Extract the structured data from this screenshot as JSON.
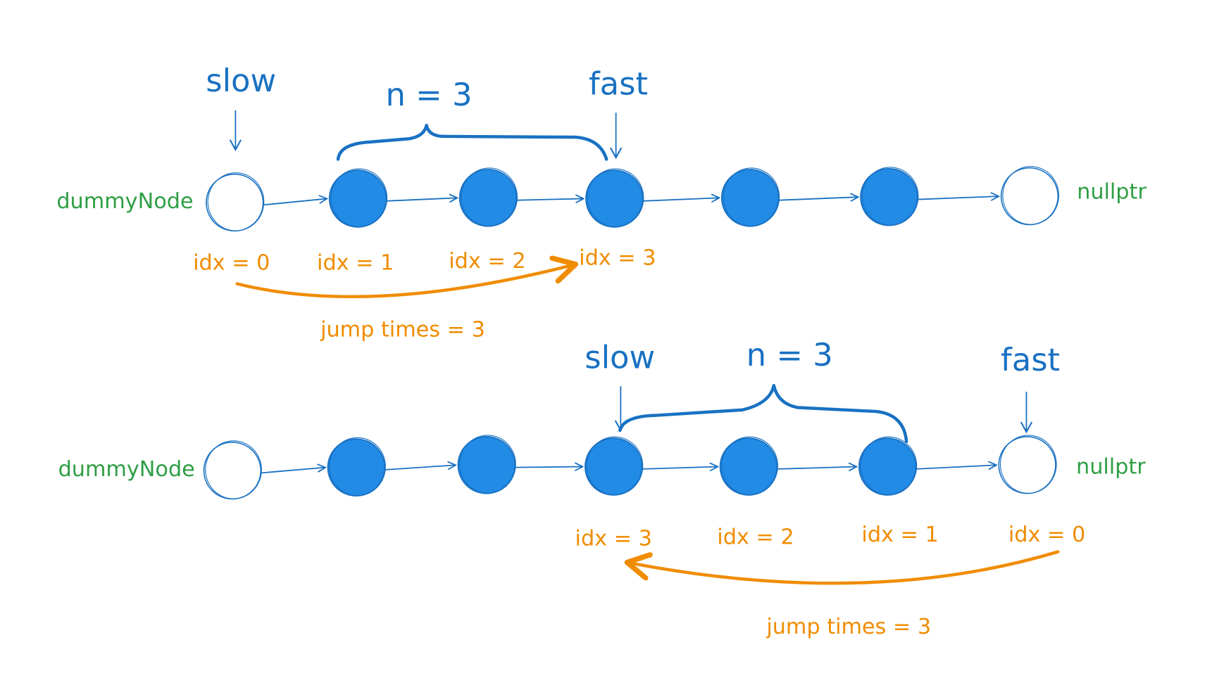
{
  "colors": {
    "pointer_text": "#1971c2",
    "node_fill": "#228be6",
    "node_stroke": "#1971c2",
    "empty_fill": "#ffffff",
    "end_label": "#2f9e44",
    "index_text": "#f08c00"
  },
  "rows": [
    {
      "start_label": "dummyNode",
      "end_label": "nullptr",
      "slow": "slow",
      "fast": "fast",
      "gap": "n = 3",
      "nodes": [
        "empty",
        "filled",
        "filled",
        "filled",
        "filled",
        "filled",
        "empty"
      ],
      "idx_labels": [
        "idx = 0",
        "idx = 1",
        "idx = 2",
        "idx = 3"
      ],
      "jump": "jump times = 3"
    },
    {
      "start_label": "dummyNode",
      "end_label": "nullptr",
      "slow": "slow",
      "fast": "fast",
      "gap": "n = 3",
      "nodes": [
        "empty",
        "filled",
        "filled",
        "filled",
        "filled",
        "filled",
        "empty"
      ],
      "idx_labels": [
        "idx = 3",
        "idx = 2",
        "idx = 1",
        "idx = 0"
      ],
      "jump": "jump times = 3"
    }
  ]
}
